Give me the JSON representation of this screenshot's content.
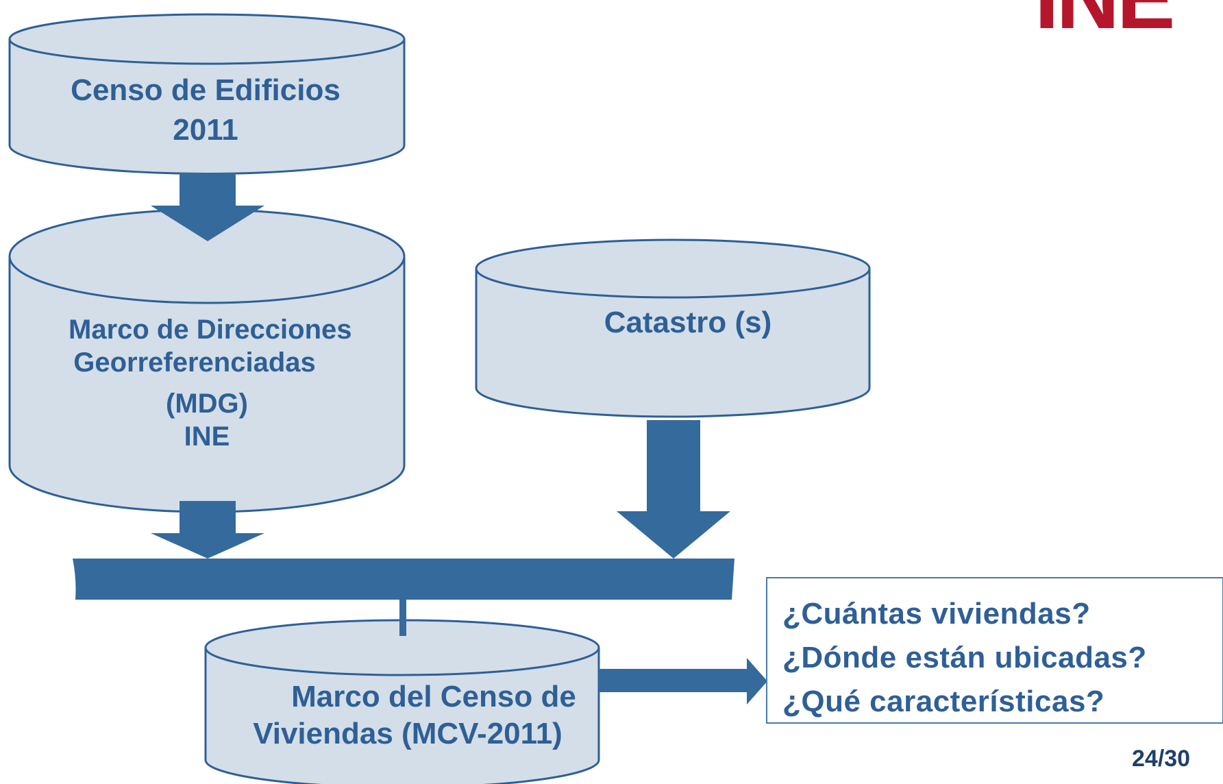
{
  "colors": {
    "cylinder_fill": "#d4dee8",
    "outline": "#2e5f97",
    "arrow": "#356a9c",
    "text": "#2e5f97",
    "logo": "#b5162b"
  },
  "logo": {
    "text": "INE"
  },
  "nodes": {
    "censo_edificios": {
      "line1": "Censo de Edificios",
      "line2": "2011"
    },
    "mdg": {
      "line1": "Marco de Direcciones",
      "line2": "Georreferenciadas",
      "line3": "(MDG)",
      "line4": "INE"
    },
    "catastro": {
      "line1": "Catastro (s)"
    },
    "mcv": {
      "line1": "Marco del Censo de",
      "line2": "Viviendas (MCV-2011)"
    }
  },
  "questions": [
    "¿Cuántas viviendas?",
    "¿Dónde están ubicadas?",
    "¿Qué características?"
  ],
  "page_number": "24/30"
}
